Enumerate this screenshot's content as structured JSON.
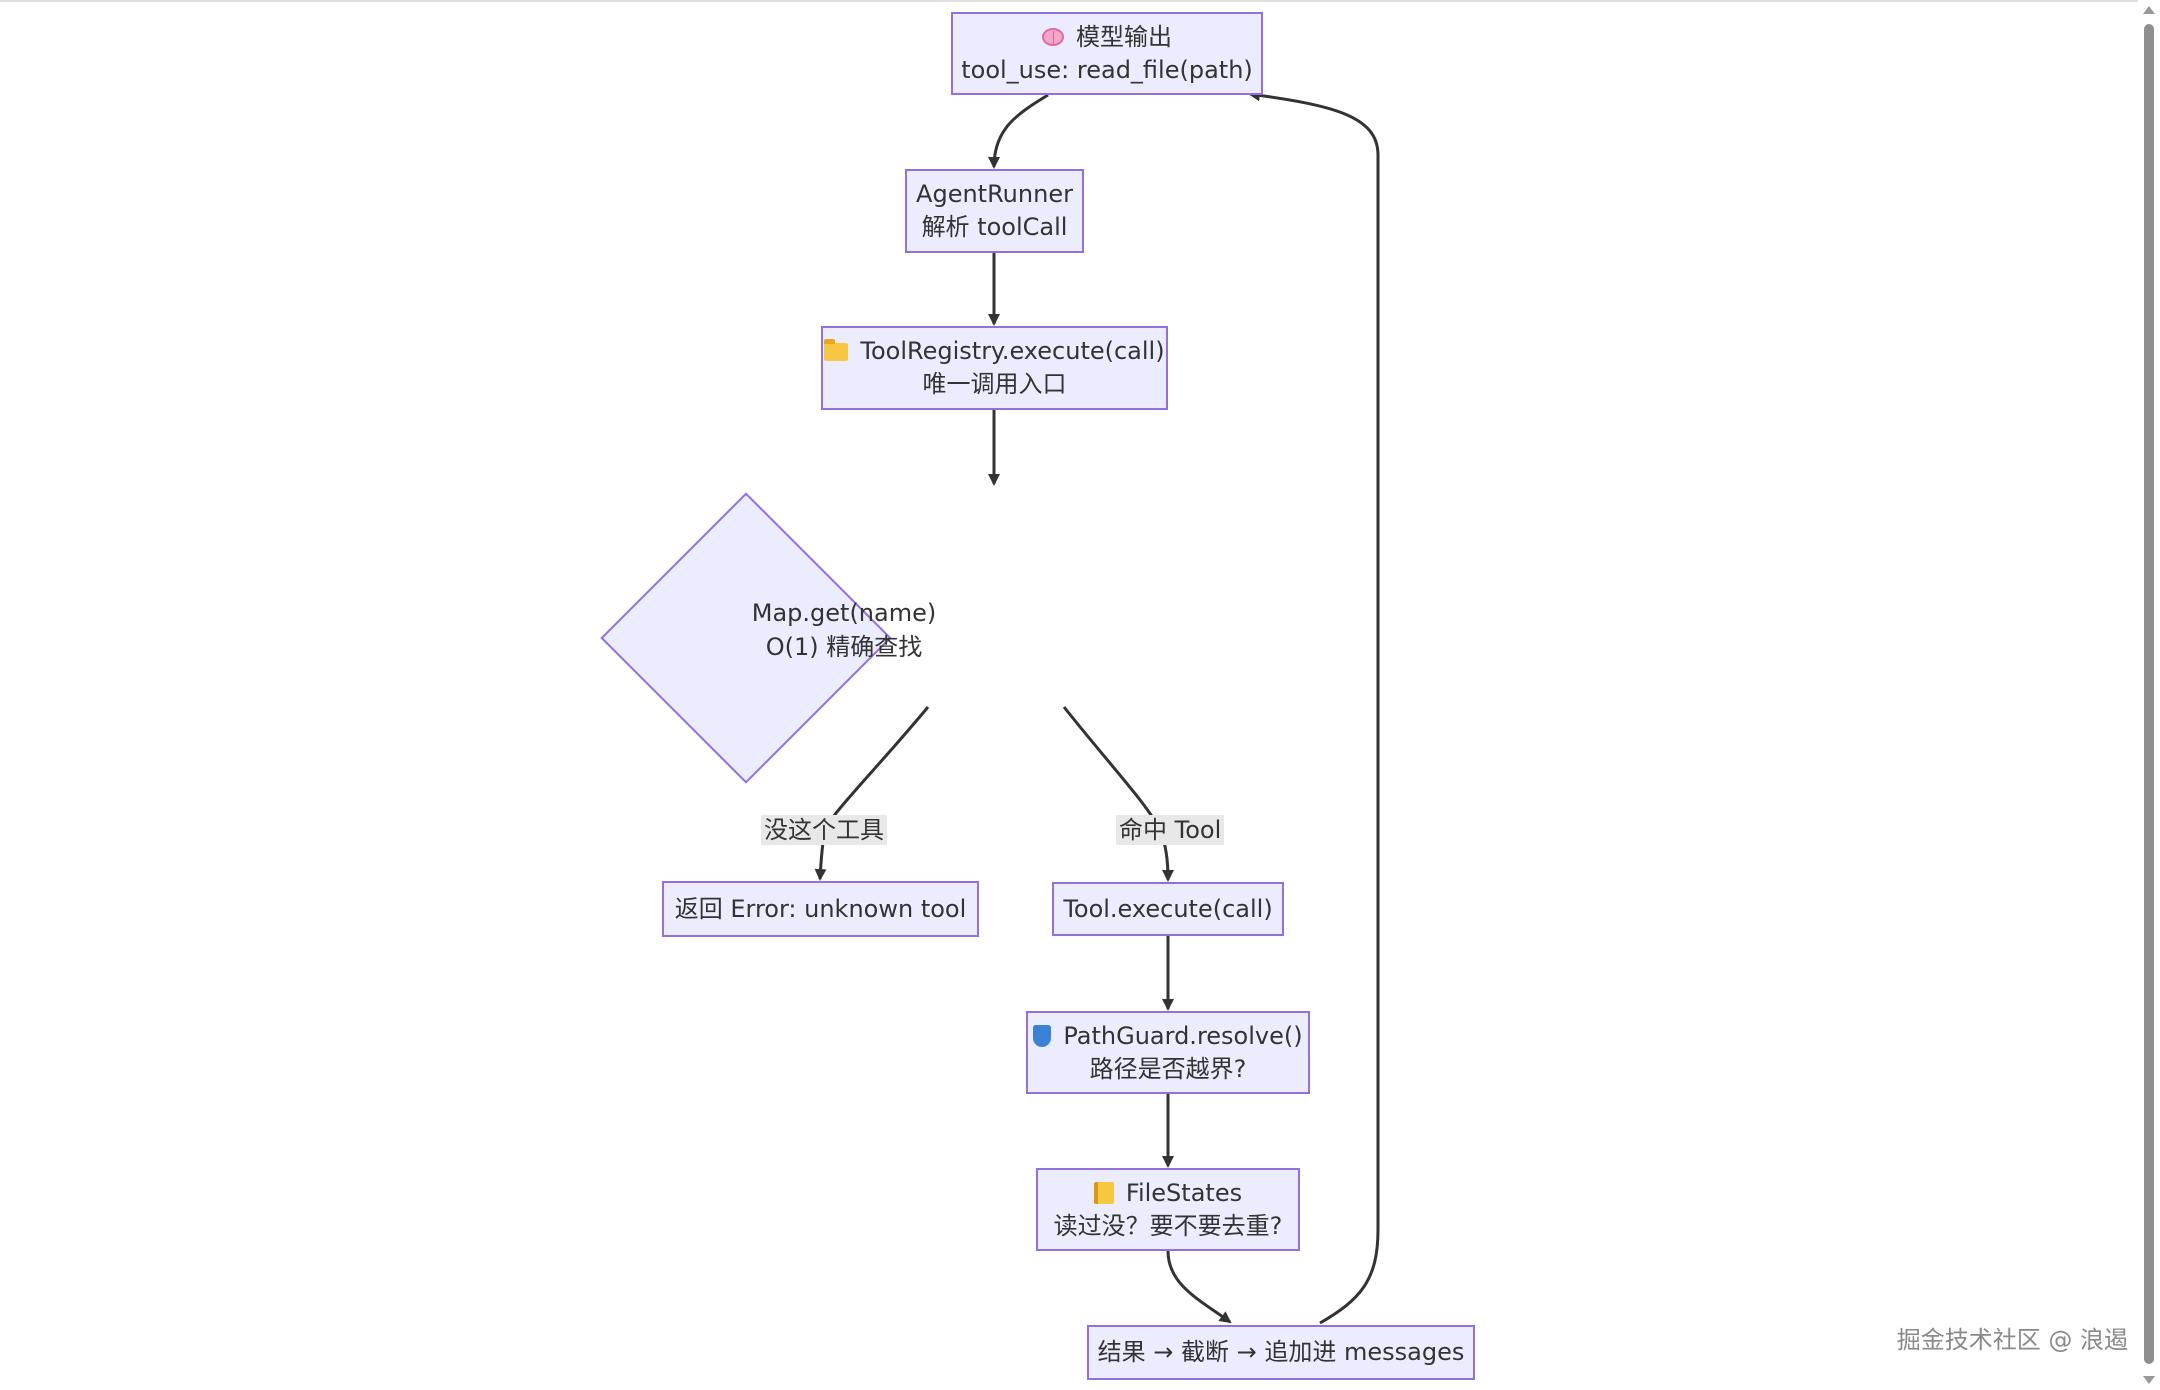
{
  "diagram": {
    "nodes": {
      "model_output": {
        "icon": "brain-icon",
        "line1": "模型输出",
        "line2": "tool_use: read_file(path)"
      },
      "agent_runner": {
        "line1": "AgentRunner",
        "line2": "解析 toolCall"
      },
      "tool_registry": {
        "icon": "folder-icon",
        "line1": "ToolRegistry.execute(call)",
        "line2": "唯一调用入口"
      },
      "map_lookup": {
        "line1": "Map.get(name)",
        "line2": "O(1) 精确查找"
      },
      "unknown_tool": {
        "line1": "返回 Error: unknown tool"
      },
      "tool_execute": {
        "line1": "Tool.execute(call)"
      },
      "path_guard": {
        "icon": "shield-icon",
        "line1": "PathGuard.resolve()",
        "line2": "路径是否越界?"
      },
      "file_states": {
        "icon": "ledger-icon",
        "line1": "FileStates",
        "line2": "读过没？要不要去重?"
      },
      "result": {
        "line1": "结果 → 截断 → 追加进 messages"
      }
    },
    "edge_labels": {
      "no_tool": "没这个工具",
      "hit_tool": "命中 Tool"
    }
  },
  "watermark": "掘金技术社区 @ 浪遏",
  "colors": {
    "node_fill": "#ECECFF",
    "node_border": "#9370DB",
    "edge": "#333333",
    "edge_label_bg": "#e8e8e8",
    "text": "#333333"
  }
}
